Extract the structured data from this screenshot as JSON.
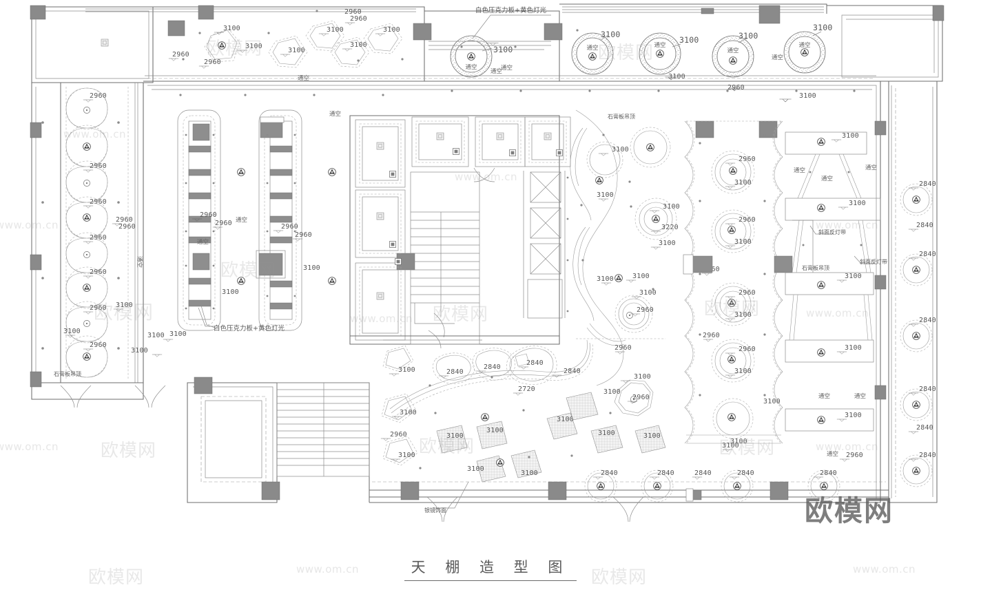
{
  "drawing": {
    "title": "天 棚 造 型 图",
    "title_plain": "天棚造型图",
    "type": "ceiling-reflected-plan",
    "units": "mm"
  },
  "watermarks": {
    "brand_cn": "欧模网",
    "brand_url": "www.om.cn",
    "brand_www": "www.om.cn"
  },
  "annotations": {
    "acrylic_top": "白色压克力板+黄色灯光",
    "acrylic_left": "白色压克力板+黄色灯光",
    "gypsum_left": "石膏板吊顶",
    "gypsum_center": "石膏板吊顶",
    "gypsum_right": "石膏板吊顶",
    "slope_cove_1": "斜面反灯带",
    "slope_cove_2": "斜面反灯带",
    "mirror_finish": "银镜饰面",
    "open_void": "通空"
  },
  "elevations": {
    "e2720": "2720",
    "e2840": "2840",
    "e2960": "2960",
    "e3100": "3100",
    "e3220": "3220"
  },
  "legend_values": [
    "2720",
    "2840",
    "2960",
    "3100",
    "3220"
  ],
  "top_row_voids": [
    {
      "label": "通空",
      "elev": "3100"
    },
    {
      "label": "通空",
      "elev": "3100"
    },
    {
      "label": "通空",
      "elev": "3100"
    },
    {
      "label": "通空",
      "elev": "3100"
    },
    {
      "label": "通空",
      "elev": "3100"
    }
  ],
  "left_circle_chain": [
    {
      "elev": "2960"
    },
    {
      "elev": "2960"
    },
    {
      "elev": "2960"
    },
    {
      "elev": "2960"
    },
    {
      "elev": "2960"
    },
    {
      "elev": "2960"
    },
    {
      "elev": "2960"
    },
    {
      "elev": "2960"
    },
    {
      "elev": "2960"
    }
  ],
  "right_edge_fixtures": [
    {
      "elev": "2840"
    },
    {
      "elev": "2840"
    },
    {
      "elev": "2840"
    },
    {
      "elev": "2840"
    },
    {
      "elev": "2840"
    },
    {
      "elev": "2840"
    }
  ],
  "bottom_row_fixtures": [
    {
      "elev": "2840"
    },
    {
      "elev": "2840"
    },
    {
      "elev": "2840"
    },
    {
      "elev": "2840"
    },
    {
      "elev": "2840"
    }
  ],
  "scallop_band_fixtures": [
    {
      "elev_a": "2960",
      "elev_b": "3100"
    },
    {
      "elev_a": "2960",
      "elev_b": "3100"
    },
    {
      "elev_a": "2960",
      "elev_b": "3100"
    },
    {
      "elev_a": "2960",
      "elev_b": "3100"
    },
    {
      "elev_a": "2960",
      "elev_b": "3100"
    }
  ],
  "curved_zone": {
    "elev_marks": [
      "3100",
      "3100",
      "3100",
      "3220",
      "3100",
      "3100",
      "3100",
      "2960"
    ]
  },
  "right_shelves": [
    {
      "elev": "3100",
      "note": "通空"
    },
    {
      "elev": "3100",
      "note": "斜面反灯带"
    },
    {
      "elev": "3100",
      "note": "石膏板吊顶"
    },
    {
      "elev": "3100",
      "note": "通空"
    }
  ],
  "lounge_shapes": [
    {
      "elev": "2840"
    },
    {
      "elev": "2840"
    },
    {
      "elev": "2840"
    },
    {
      "elev": "2840"
    },
    {
      "elev": "2720"
    },
    {
      "elev": "3100"
    },
    {
      "elev": "3100"
    },
    {
      "elev": "3100"
    },
    {
      "elev": "3100"
    },
    {
      "elev": "3100"
    },
    {
      "elev": "3100"
    },
    {
      "elev": "3100"
    },
    {
      "elev": "2960"
    },
    {
      "elev": "2960"
    }
  ]
}
